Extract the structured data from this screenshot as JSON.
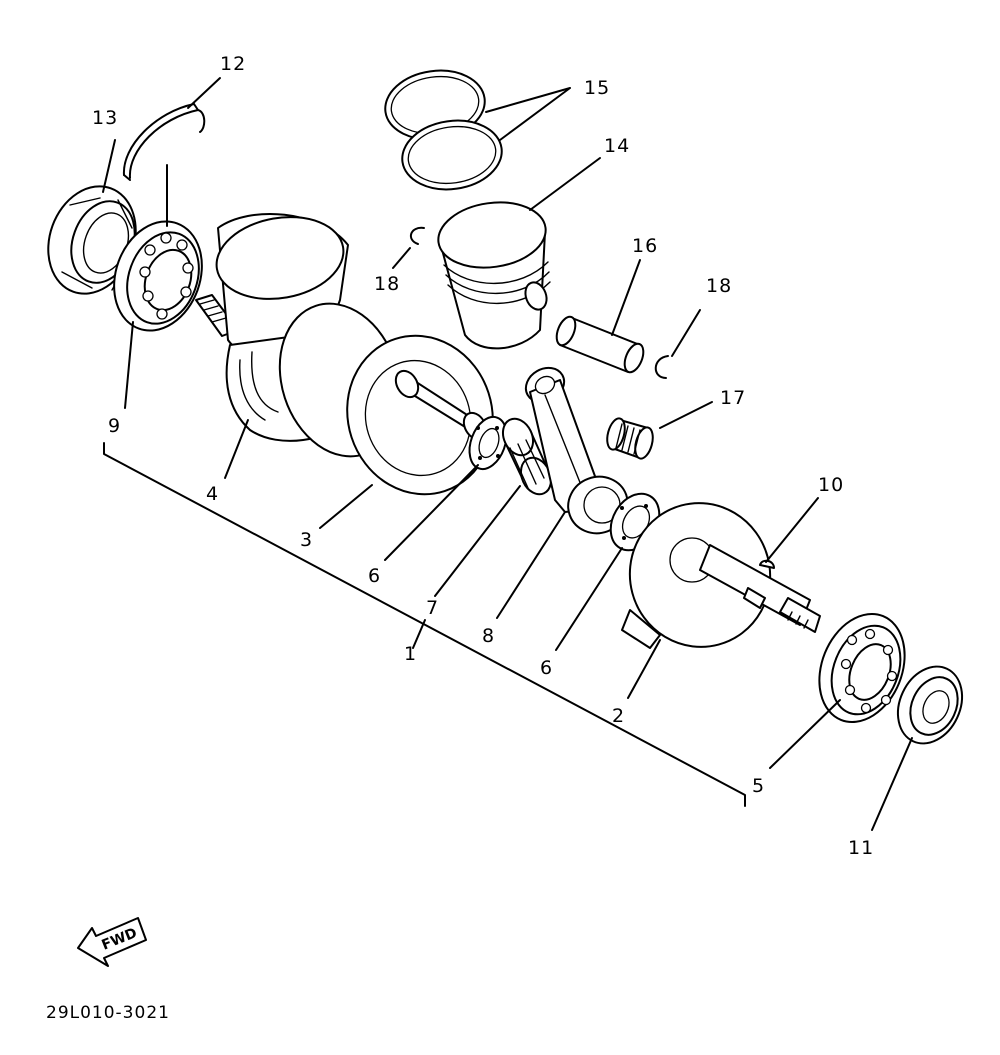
{
  "figure": {
    "part_code": "29L010-3021",
    "direction_label": "FWD"
  },
  "callouts": {
    "c1": "1",
    "c2": "2",
    "c3": "3",
    "c4": "4",
    "c5": "5",
    "c6a": "6",
    "c6b": "6",
    "c7": "7",
    "c8": "8",
    "c9": "9",
    "c10": "10",
    "c11": "11",
    "c12": "12",
    "c13": "13",
    "c14": "14",
    "c15": "15",
    "c16": "16",
    "c17": "17",
    "c18a": "18",
    "c18b": "18"
  },
  "parts": [
    {
      "ref": "1",
      "name": "crankshaft-assembly"
    },
    {
      "ref": "2",
      "name": "crank-right"
    },
    {
      "ref": "3",
      "name": "crank-left"
    },
    {
      "ref": "4",
      "name": "crank-left-shaft"
    },
    {
      "ref": "5",
      "name": "bearing-right"
    },
    {
      "ref": "6",
      "name": "thrust-washer"
    },
    {
      "ref": "7",
      "name": "crank-pin-bearing"
    },
    {
      "ref": "8",
      "name": "connecting-rod"
    },
    {
      "ref": "9",
      "name": "bearing-left"
    },
    {
      "ref": "10",
      "name": "woodruff-key"
    },
    {
      "ref": "11",
      "name": "oil-seal-right"
    },
    {
      "ref": "12",
      "name": "circlip-bearing"
    },
    {
      "ref": "13",
      "name": "oil-seal-left"
    },
    {
      "ref": "14",
      "name": "piston"
    },
    {
      "ref": "15",
      "name": "piston-rings"
    },
    {
      "ref": "16",
      "name": "piston-pin"
    },
    {
      "ref": "17",
      "name": "small-end-bearing"
    },
    {
      "ref": "18",
      "name": "piston-pin-clip"
    }
  ]
}
